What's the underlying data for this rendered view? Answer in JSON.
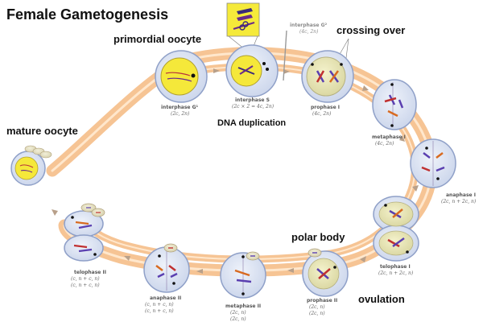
{
  "title": "Female Gametogenesis",
  "callouts": {
    "primordial_oocyte": "primordial oocyte",
    "crossing_over": "crossing over",
    "dna_duplication": "DNA duplication",
    "mature_oocyte": "mature oocyte",
    "polar_body": "polar body",
    "ovulation": "ovulation"
  },
  "stages": {
    "interphase_g1": {
      "name": "interphase G¹",
      "ploidy": [
        "(2c, 2n)"
      ]
    },
    "interphase_s": {
      "name": "interphase S",
      "ploidy": [
        "(2c × 2 = 4c, 2n)"
      ]
    },
    "interphase_g2": {
      "name": "interphase G²",
      "ploidy": [
        "(4c, 2n)"
      ]
    },
    "prophase_1": {
      "name": "prophase I",
      "ploidy": [
        "(4c, 2n)"
      ]
    },
    "metaphase_1": {
      "name": "metaphase I",
      "ploidy": [
        "(4c, 2n)"
      ]
    },
    "anaphase_1": {
      "name": "anaphase I",
      "ploidy": [
        "(2c, n + 2c, n)"
      ]
    },
    "telophase_1": {
      "name": "telophase I",
      "ploidy": [
        "(2c, n + 2c, n)"
      ]
    },
    "prophase_2": {
      "name": "prophase II",
      "ploidy": [
        "(2c, n)",
        "(2c, n)"
      ]
    },
    "metaphase_2": {
      "name": "metaphase II",
      "ploidy": [
        "(2c, n)",
        "(2c, n)"
      ]
    },
    "anaphase_2": {
      "name": "anaphase II",
      "ploidy": [
        "(c, n + c, n)",
        "(c, n + c, n)"
      ]
    },
    "telophase_2": {
      "name": "telophase II",
      "ploidy": [
        "(c, n + c, n)",
        "(c, n + c, n)"
      ]
    }
  },
  "colors": {
    "track": "#f6c494",
    "track_inner": "#ffe7cc",
    "cell_membrane": "#8fa0c8",
    "cytoplasm": "#dfe6f4",
    "nucleus": "#eae8b8",
    "nucleus_g1": "#f5e83a",
    "arrow": "#b8a08a"
  }
}
